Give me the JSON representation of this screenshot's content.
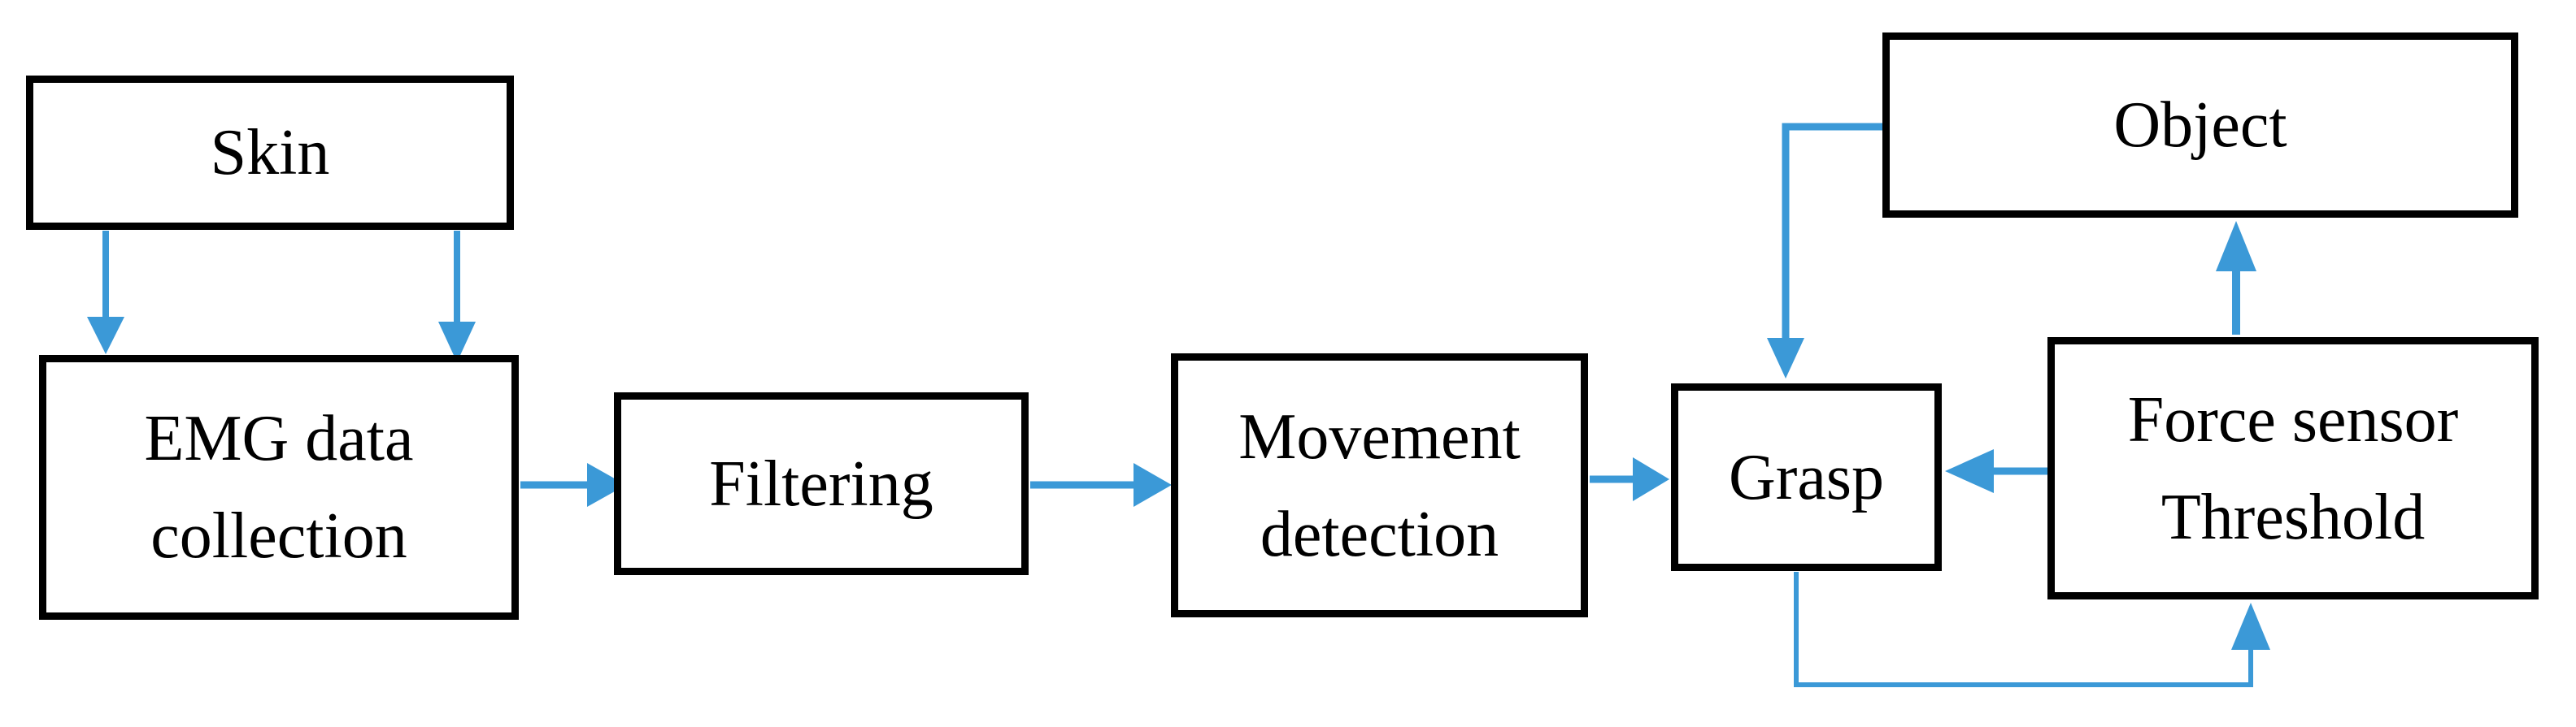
{
  "diagram": {
    "type": "flowchart",
    "background": "#ffffff",
    "nodes": [
      {
        "id": "skin",
        "label": "Skin"
      },
      {
        "id": "emg-data-collection",
        "label": "EMG data\ncollection"
      },
      {
        "id": "filtering",
        "label": "Filtering"
      },
      {
        "id": "movement-detection",
        "label": "Movement\ndetection"
      },
      {
        "id": "grasp",
        "label": "Grasp"
      },
      {
        "id": "object",
        "label": "Object"
      },
      {
        "id": "force-sensor-threshold",
        "label": "Force sensor\nThreshold"
      }
    ],
    "edges": [
      {
        "from": "skin",
        "to": "emg-data-collection",
        "route": "vertical-left"
      },
      {
        "from": "skin",
        "to": "emg-data-collection",
        "route": "vertical-right"
      },
      {
        "from": "emg-data-collection",
        "to": "filtering",
        "route": "horizontal"
      },
      {
        "from": "filtering",
        "to": "movement-detection",
        "route": "horizontal"
      },
      {
        "from": "movement-detection",
        "to": "grasp",
        "route": "horizontal"
      },
      {
        "from": "object",
        "to": "grasp",
        "route": "elbow-left-down"
      },
      {
        "from": "force-sensor-threshold",
        "to": "grasp",
        "route": "horizontal-left"
      },
      {
        "from": "force-sensor-threshold",
        "to": "object",
        "route": "vertical-up"
      },
      {
        "from": "grasp",
        "to": "force-sensor-threshold",
        "route": "elbow-down-right-up"
      }
    ],
    "colors": {
      "arrow": "#3b99d7",
      "box_border": "#000000",
      "box_fill": "#ffffff",
      "text": "#000000"
    }
  }
}
